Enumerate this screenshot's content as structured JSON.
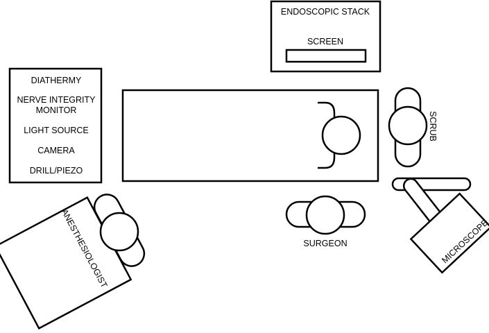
{
  "endoscopic_stack": {
    "title": "ENDOSCOPIC STACK",
    "screen_label": "SCREEN"
  },
  "equipment_cart": {
    "items": [
      "DIATHERMY",
      "NERVE INTEGRITY",
      "MONITOR",
      "LIGHT SOURCE",
      "CAMERA",
      "DRILL/PIEZO"
    ]
  },
  "roles": {
    "scrub": "SCRUB",
    "surgeon": "SURGEON",
    "anesthesiologist": "ANESTHESIOLOGIST",
    "microscope": "MICROSCOPE"
  }
}
